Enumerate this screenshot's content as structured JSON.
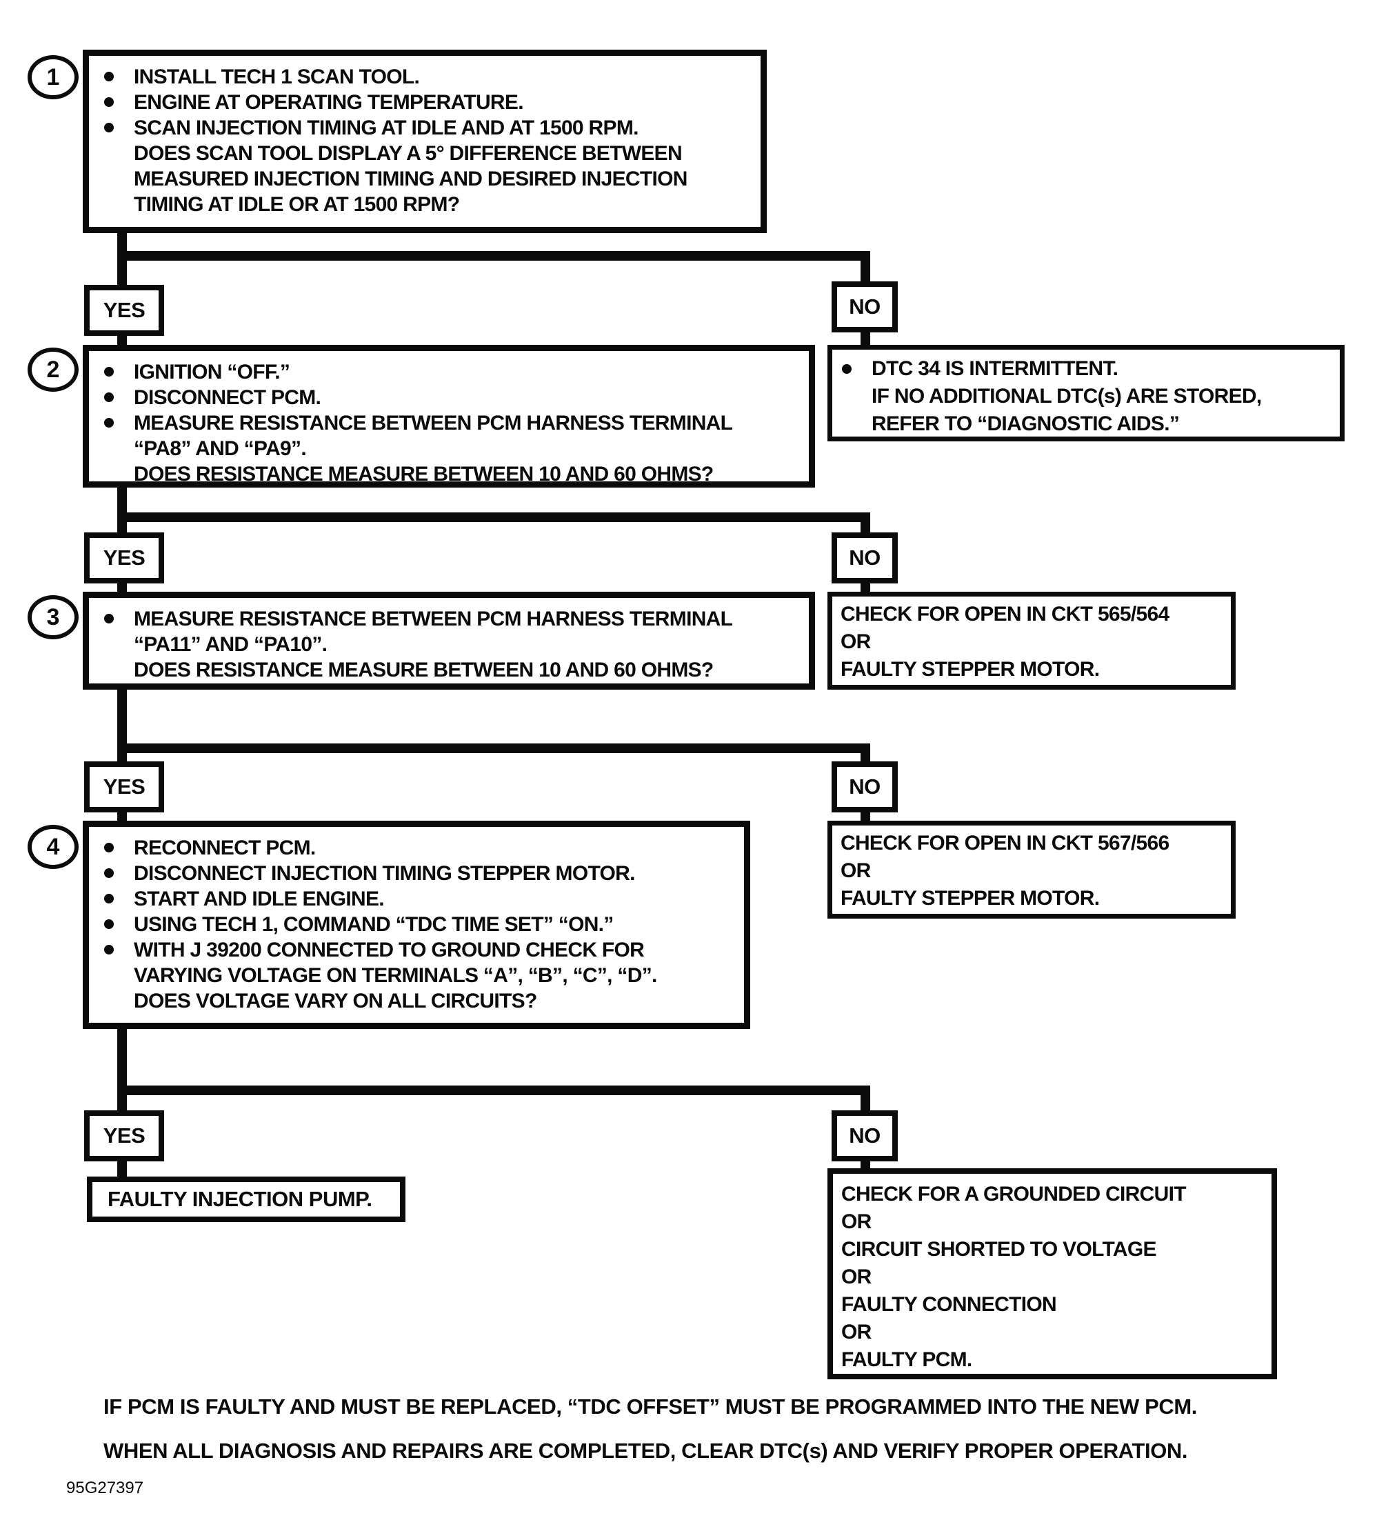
{
  "flowchart": {
    "decision_labels": {
      "yes": "YES",
      "no": "NO"
    },
    "steps": [
      {
        "number": "1",
        "items": [
          {
            "lines": [
              "INSTALL TECH 1 SCAN TOOL."
            ]
          },
          {
            "lines": [
              "ENGINE AT OPERATING TEMPERATURE."
            ]
          },
          {
            "lines": [
              "SCAN INJECTION TIMING AT IDLE AND AT 1500 RPM.",
              "DOES SCAN TOOL DISPLAY A 5° DIFFERENCE BETWEEN",
              "MEASURED INJECTION TIMING AND DESIRED INJECTION",
              "TIMING AT IDLE OR AT 1500 RPM?"
            ]
          }
        ]
      },
      {
        "number": "2",
        "items": [
          {
            "lines": [
              "IGNITION “OFF.”"
            ]
          },
          {
            "lines": [
              "DISCONNECT PCM."
            ]
          },
          {
            "lines": [
              "MEASURE RESISTANCE BETWEEN PCM HARNESS TERMINAL",
              "“PA8” AND “PA9”.",
              "DOES RESISTANCE MEASURE BETWEEN 10 AND 60 OHMS?"
            ]
          }
        ]
      },
      {
        "number": "3",
        "items": [
          {
            "lines": [
              "MEASURE RESISTANCE BETWEEN PCM HARNESS TERMINAL",
              "“PA11” AND “PA10”.",
              "DOES RESISTANCE MEASURE BETWEEN 10 AND 60 OHMS?"
            ]
          }
        ]
      },
      {
        "number": "4",
        "items": [
          {
            "lines": [
              "RECONNECT PCM."
            ]
          },
          {
            "lines": [
              "DISCONNECT INJECTION TIMING STEPPER MOTOR."
            ]
          },
          {
            "lines": [
              "START AND IDLE ENGINE."
            ]
          },
          {
            "lines": [
              "USING TECH 1, COMMAND “TDC TIME SET” “ON.”"
            ]
          },
          {
            "lines": [
              "WITH J 39200 CONNECTED TO GROUND CHECK FOR",
              "VARYING VOLTAGE ON TERMINALS “A”, “B”, “C”, “D”.",
              "DOES VOLTAGE VARY ON ALL CIRCUITS?"
            ]
          }
        ]
      }
    ],
    "results": {
      "dtc_intermittent": {
        "lines": [
          "DTC 34 IS INTERMITTENT.",
          "IF NO ADDITIONAL DTC(s) ARE STORED,",
          "REFER TO “DIAGNOSTIC AIDS.”"
        ]
      },
      "open_565_564": {
        "lines": [
          "CHECK FOR OPEN IN CKT 565/564",
          "OR",
          "FAULTY STEPPER MOTOR."
        ]
      },
      "open_567_566": {
        "lines": [
          "CHECK FOR OPEN IN CKT 567/566",
          "OR",
          "FAULTY STEPPER MOTOR."
        ]
      },
      "grounded_circuit": {
        "lines": [
          "CHECK FOR A GROUNDED CIRCUIT",
          "OR",
          "CIRCUIT SHORTED TO VOLTAGE",
          "OR",
          "FAULTY CONNECTION",
          "OR",
          "FAULTY PCM."
        ]
      },
      "faulty_injection_pump": {
        "lines": [
          "FAULTY INJECTION PUMP."
        ]
      }
    },
    "footer": {
      "line1": "IF PCM IS FAULTY AND MUST BE REPLACED, “TDC OFFSET” MUST BE PROGRAMMED INTO THE NEW PCM.",
      "line2": "WHEN ALL DIAGNOSIS AND REPAIRS ARE COMPLETED, CLEAR DTC(s) AND VERIFY PROPER OPERATION."
    },
    "figure_id": "95G27397"
  }
}
